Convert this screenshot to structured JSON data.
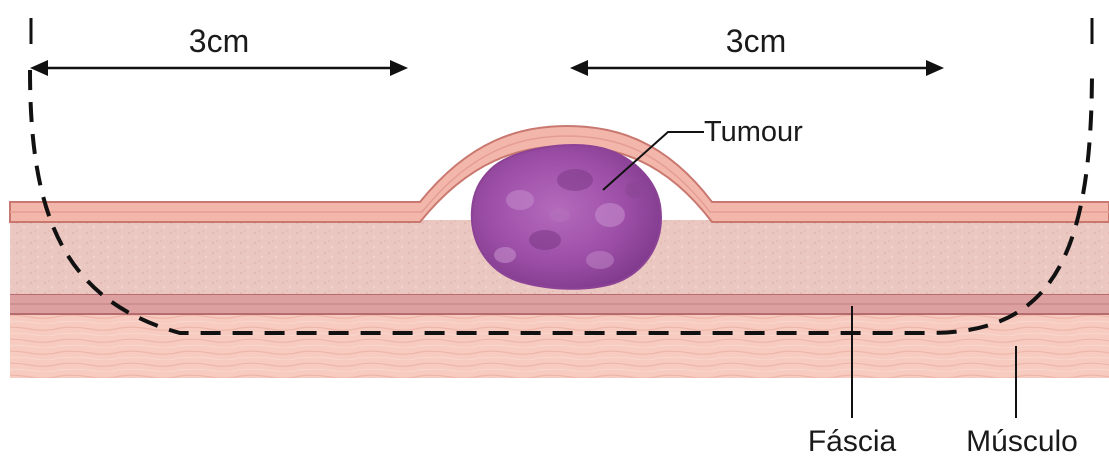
{
  "diagram": {
    "labels": {
      "margin_left": "3cm",
      "margin_right": "3cm",
      "tumour": "Tumour",
      "fascia": "Fáscia",
      "muscle": "Músculo"
    },
    "colors": {
      "skin_surface": "#f3b3a8",
      "skin_edge": "#c97a72",
      "subcutaneous": "#ebc5bf",
      "fascia": "#d89a98",
      "fascia_edge": "#b9676a",
      "muscle": "#f6c9be",
      "tumour": "#a85ab2",
      "tumour_dark": "#8b3f98",
      "excision_line": "#111111"
    }
  }
}
